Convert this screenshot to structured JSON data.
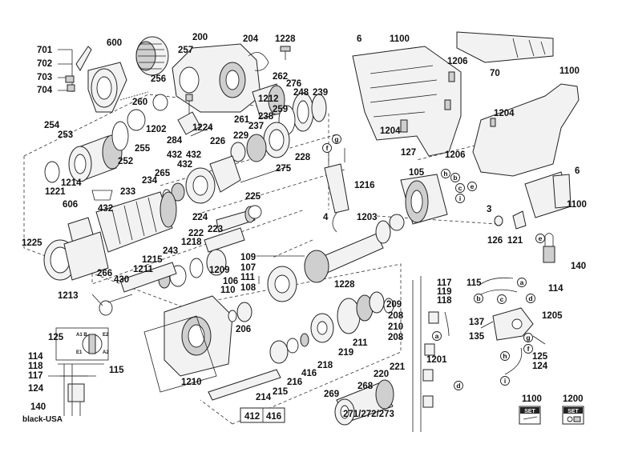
{
  "labels": {
    "l701": "701",
    "l702": "702",
    "l703": "703",
    "l704": "704",
    "l600": "600",
    "l257": "257",
    "l200": "200",
    "l204": "204",
    "l1228a": "1228",
    "l6a": "6",
    "l1100a": "1100",
    "l70": "70",
    "l1100b": "1100",
    "l256": "256",
    "l262": "262",
    "l276": "276",
    "l248": "248",
    "l239": "239",
    "l1206a": "1206",
    "l1206b": "1206",
    "l260": "260",
    "l1212": "1212",
    "l259": "259",
    "l1202": "1202",
    "l261": "261",
    "l237": "237",
    "l238": "238",
    "l1224": "1224",
    "l254": "254",
    "l253": "253",
    "l255": "255",
    "l284": "284",
    "l229": "229",
    "l226": "226",
    "l1204a": "1204",
    "l1204b": "1204",
    "l127": "127",
    "l432a": "432",
    "l432b": "432",
    "l432c": "432",
    "l432d": "432",
    "l265": "265",
    "l252": "252",
    "l228": "228",
    "l275": "275",
    "l1221": "1221",
    "l1214": "1214",
    "l234": "234",
    "l233": "233",
    "l1216": "1216",
    "l105": "105",
    "l6b": "6",
    "l225": "225",
    "l606": "606",
    "l4": "4",
    "l1203": "1203",
    "l3": "3",
    "l1100c": "1100",
    "l224": "224",
    "l223": "223",
    "l222": "222",
    "l1218": "1218",
    "l1225": "1225",
    "l243": "243",
    "l126": "126",
    "l121": "121",
    "l1215": "1215",
    "l109": "109",
    "l107": "107",
    "l111": "111",
    "l140a": "140",
    "l1211": "1211",
    "l1209": "1209",
    "l266": "266",
    "l430": "430",
    "l106": "106",
    "l110": "110",
    "l108": "108",
    "l1228b": "1228",
    "l117a": "117",
    "l119": "119",
    "l118a": "118",
    "l115a": "115",
    "l114a": "114",
    "l1213": "1213",
    "l209": "209",
    "l208a": "208",
    "l206": "206",
    "l210": "210",
    "l208b": "208",
    "l137": "137",
    "l1205": "1205",
    "l135": "135",
    "l125a": "125",
    "l211": "211",
    "l219": "219",
    "l1201": "1201",
    "l125b": "125",
    "l124a": "124",
    "l114b": "114",
    "l118b": "118",
    "l117b": "117",
    "l115b": "115",
    "l218": "218",
    "l416a": "416",
    "l216": "216",
    "l124b": "124",
    "l1210": "1210",
    "l221": "221",
    "l220": "220",
    "l268": "268",
    "l215": "215",
    "l269": "269",
    "l214": "214",
    "l140b": "140",
    "l1100d": "1100",
    "l1200": "1200",
    "l412": "412",
    "l416b": "416",
    "l271": "271/272/273",
    "l_black_usa": "black-USA"
  },
  "circle_letters": {
    "h1": "h",
    "b1": "b",
    "c1": "c",
    "e1": "e",
    "i1": "i",
    "f1": "f",
    "g1": "g",
    "e2": "e",
    "a1": "a",
    "b2": "b",
    "c2": "c",
    "d1": "d",
    "a2": "a",
    "d2": "d",
    "g2": "g",
    "f2": "f",
    "h2": "h",
    "i2": "i"
  },
  "schematic_labels": {
    "a1b": "A1 B",
    "e1": "E1",
    "e2": "E2",
    "a2": "A2"
  },
  "set_badges": {
    "set1": "SET",
    "set2": "SET"
  }
}
